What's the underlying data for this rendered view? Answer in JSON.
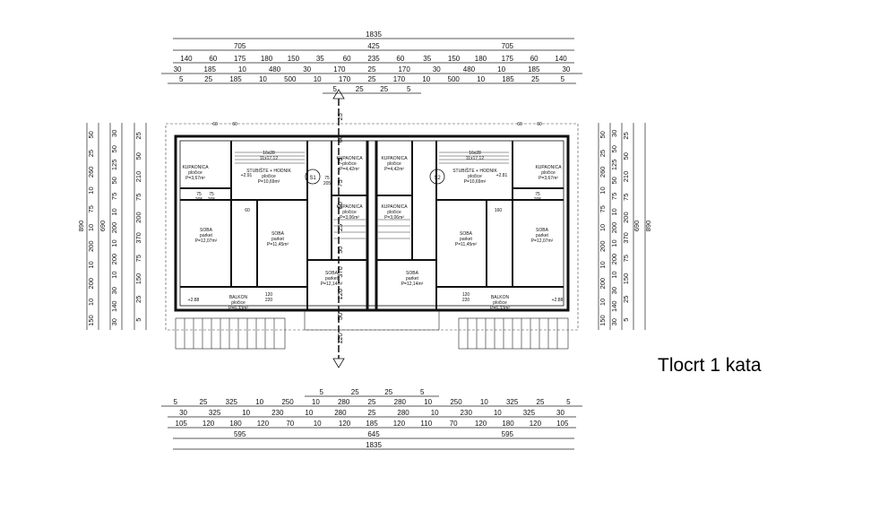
{
  "title": "Tlocrt 1 kata",
  "dims": {
    "top_total": "1835",
    "top_r1": [
      "705",
      "425",
      "705"
    ],
    "top_r2": [
      "140",
      "60",
      "175",
      "180",
      "150",
      "35",
      "60",
      "235",
      "60",
      "35",
      "150",
      "180",
      "175",
      "60",
      "140"
    ],
    "top_r3": [
      "30",
      "185",
      "10",
      "480",
      "30",
      "170",
      "25",
      "170",
      "30",
      "480",
      "10",
      "185",
      "30"
    ],
    "top_r4": [
      "5",
      "25",
      "185",
      "10",
      "500",
      "10",
      "170",
      "25",
      "170",
      "10",
      "500",
      "10",
      "185",
      "25",
      "5"
    ],
    "top_small": [
      "5",
      "25",
      "25",
      "5"
    ],
    "bot_r1": [
      "5",
      "25",
      "325",
      "10",
      "250",
      "10",
      "280",
      "25",
      "280",
      "10",
      "250",
      "10",
      "325",
      "25",
      "5"
    ],
    "bot_r2": [
      "30",
      "325",
      "10",
      "230",
      "10",
      "280",
      "25",
      "280",
      "10",
      "230",
      "10",
      "325",
      "30"
    ],
    "bot_r3": [
      "105",
      "120",
      "180",
      "120",
      "70",
      "10",
      "120",
      "185",
      "120",
      "110",
      "70",
      "120",
      "180",
      "120",
      "105"
    ],
    "bot_r4": [
      "595",
      "645",
      "595"
    ],
    "bot_total": "1835",
    "bot_small": [
      "5",
      "25",
      "25",
      "5"
    ],
    "left_outer": [
      "50",
      "25",
      "260",
      "10",
      "75",
      "10",
      "200",
      "10",
      "200",
      "10",
      "150"
    ],
    "left_mid": [
      "30",
      "50",
      "125",
      "50",
      "75",
      "10",
      "200",
      "10",
      "200",
      "10",
      "30",
      "140",
      "30"
    ],
    "left_inner": [
      "25",
      "50",
      "210",
      "75",
      "200",
      "370",
      "75",
      "150",
      "25",
      "5"
    ],
    "left_total": "890",
    "left_total2": "690",
    "right_outer": [
      "50",
      "25",
      "260",
      "10",
      "75",
      "10",
      "200",
      "10",
      "200",
      "10",
      "150"
    ],
    "right_mid": [
      "30",
      "50",
      "125",
      "50",
      "75",
      "10",
      "200",
      "10",
      "200",
      "10",
      "30",
      "140",
      "30"
    ],
    "right_inner": [
      "25",
      "50",
      "210",
      "75",
      "200",
      "370",
      "75",
      "150",
      "25",
      "5"
    ],
    "right_total": "890",
    "right_total2": "690",
    "inner_v": [
      "25",
      "60",
      "75",
      "75",
      "60",
      "25",
      "50",
      "370",
      "120",
      "50",
      "120"
    ]
  },
  "rooms": [
    {
      "name": "KUPAONICA",
      "floor": "pločice",
      "area": "P=3,67m²"
    },
    {
      "name": "STUBIŠTE + HODNIK",
      "floor": "pločice",
      "area": "P=10,69m²"
    },
    {
      "name": "KUPAONICA",
      "floor": "pločice",
      "area": "P=4,42m²"
    },
    {
      "name": "KUPAONICA",
      "floor": "pločice",
      "area": "P=4,42m²"
    },
    {
      "name": "STUBIŠTE + HODNIK",
      "floor": "pločice",
      "area": "P=10,69m²"
    },
    {
      "name": "KUPAONICA",
      "floor": "pločice",
      "area": "P=3,67m²"
    },
    {
      "name": "SOBA",
      "floor": "parket",
      "area": "P=12,07m²"
    },
    {
      "name": "SOBA",
      "floor": "parket",
      "area": "P=11,45m²"
    },
    {
      "name": "SOBA",
      "floor": "parket",
      "area": "P=12,14m²"
    },
    {
      "name": "SOBA",
      "floor": "parket",
      "area": "P=12,14m²"
    },
    {
      "name": "SOBA",
      "floor": "parket",
      "area": "P=11,45m²"
    },
    {
      "name": "SOBA",
      "floor": "parket",
      "area": "P=12,07m²"
    },
    {
      "name": "BALKON",
      "floor": "pločice",
      "area": "P=6,33m²"
    },
    {
      "name": "BALKON",
      "floor": "pločice",
      "area": "P=6,33m²"
    },
    {
      "name": "KUPAONICA",
      "floor": "pločice",
      "area": "P=3,06m²"
    },
    {
      "name": "KUPAONICA",
      "floor": "pločice",
      "area": "P=3,06m²"
    }
  ],
  "stairs": [
    "16x28",
    "11x17,12",
    "16x28",
    "11x17,12"
  ],
  "units": [
    "S1",
    "S2"
  ],
  "levels": [
    "+2.91",
    "+2.81",
    "+2.88",
    "+2.88"
  ],
  "openings": [
    "75",
    "205",
    "75",
    "205",
    "75",
    "205",
    "75",
    "205",
    "60",
    "60",
    "60",
    "60",
    "120",
    "220",
    "120",
    "220",
    "60",
    "160"
  ]
}
